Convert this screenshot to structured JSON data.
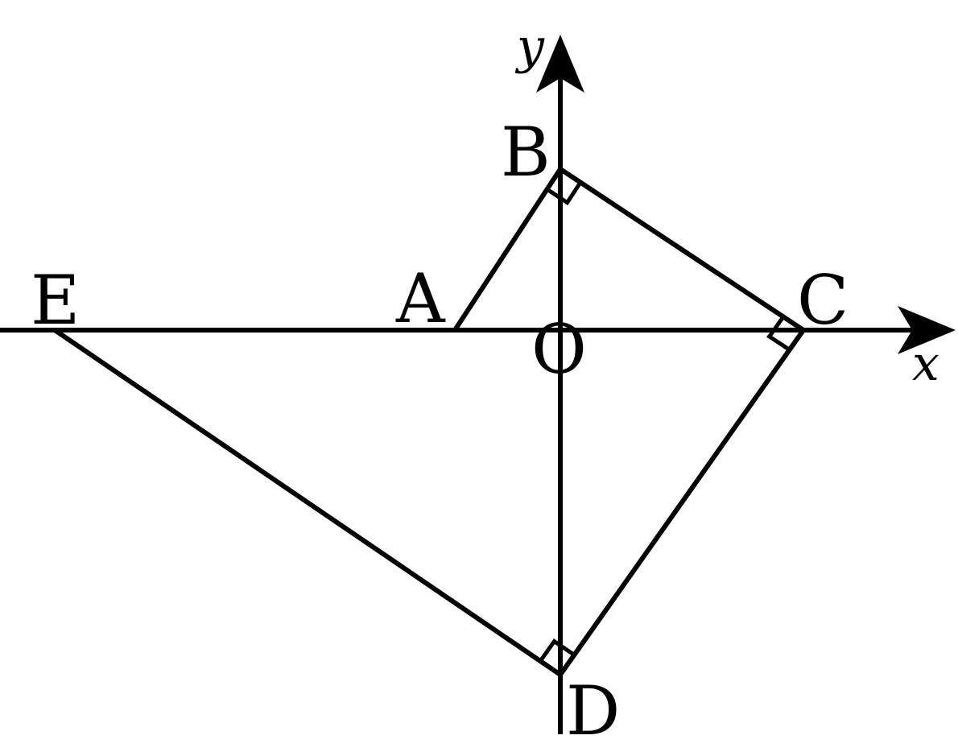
{
  "colors": {
    "ink": "#000000",
    "background": "#ffffff"
  },
  "axes": {
    "x_label": "x",
    "y_label": "y",
    "origin_label": "O"
  },
  "points": {
    "A": {
      "label": "A"
    },
    "B": {
      "label": "B"
    },
    "C": {
      "label": "C"
    },
    "D": {
      "label": "D"
    },
    "E": {
      "label": "E"
    }
  },
  "segments": [
    {
      "from": "A",
      "to": "B"
    },
    {
      "from": "B",
      "to": "C"
    },
    {
      "from": "C",
      "to": "D"
    },
    {
      "from": "D",
      "to": "E"
    }
  ],
  "right_angles": [
    {
      "vertex": "B",
      "between": [
        "A",
        "C"
      ]
    },
    {
      "vertex": "C",
      "between": [
        "B",
        "D"
      ]
    },
    {
      "vertex": "D",
      "between": [
        "C",
        "E"
      ]
    }
  ]
}
